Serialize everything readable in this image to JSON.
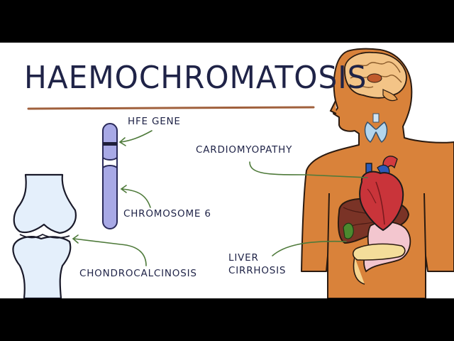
{
  "diagram": {
    "title": "HAEMOCHROMATOSIS",
    "labels": {
      "hfe_gene": "HFE GENE",
      "chromosome": "CHROMOSOME 6",
      "chondrocalcinosis": "CHONDROCALCINOSIS",
      "cardiomyopathy": "CARDIOMYOPATHY",
      "liver_line1": "LIVER",
      "liver_line2": "CIRRHOSIS"
    }
  },
  "colors": {
    "background": "#ffffff",
    "letterbox": "#000000",
    "title_text": "#1f2347",
    "underline": "#a0603c",
    "body_skin": "#d9823a",
    "chromosome": "#a8a9e6",
    "heart": "#c9343a",
    "liver": "#7a3326",
    "pointer_lines": "#4e7a3a",
    "knee_bone": "#e4effb"
  },
  "icons": [
    "human-torso",
    "brain",
    "thyroid",
    "heart",
    "liver",
    "stomach",
    "knee-joint",
    "chromosome"
  ]
}
